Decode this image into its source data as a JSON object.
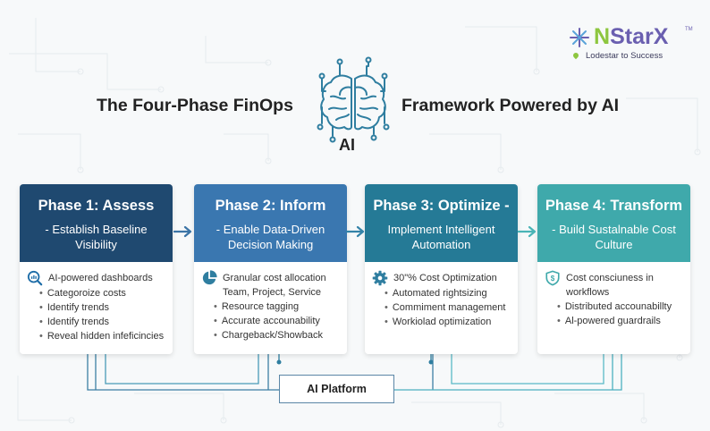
{
  "logo": {
    "brand_first": "N",
    "brand_rest": "StarX",
    "trademark": "TM",
    "tagline": "Lodestar to Success",
    "icon": "star-compass-icon"
  },
  "title": {
    "left": "The Four-Phase FinOps",
    "right": "Framework Powered by AI",
    "center_icon": "brain-circuit-icon",
    "center_label": "AI"
  },
  "phases": [
    {
      "title": "Phase 1: Assess",
      "subtitle": "- Establish Baseline Visibility",
      "color": "#1f4970",
      "icon": "analytics-search-icon",
      "lead": "AI-powered dashboards",
      "bullets": [
        "Categoroize costs",
        "Identify trends",
        "Identify trends",
        "Reveal hidden infeficincies"
      ]
    },
    {
      "title": "Phase 2: Inform",
      "subtitle": "- Enable Data-Driven Decision Making",
      "color": "#3a77b0",
      "icon": "pie-chart-icon",
      "lead": "Granular cost allocation Team, Project, Service",
      "bullets": [
        "Resource tagging",
        "Accurate accounability",
        "Chargeback/Showback"
      ]
    },
    {
      "title": "Phase 3: Optimize -",
      "subtitle": "Implement Intelligent Automation",
      "color": "#257a96",
      "icon": "gear-icon",
      "lead": "30\"% Cost Optimization",
      "bullets": [
        "Automated rightsizing",
        "Commiment management",
        "Workiolad optimization"
      ]
    },
    {
      "title": "Phase 4: Transform",
      "subtitle": "- Build Sustalnable Cost Culture",
      "color": "#3fa9ab",
      "icon": "shield-dollar-icon",
      "lead": "Cost consciuness in workflows",
      "bullets": [
        "Distributed accounabillty",
        "Al-powered guardrails"
      ]
    }
  ],
  "platform": {
    "label": "AI Platform"
  }
}
